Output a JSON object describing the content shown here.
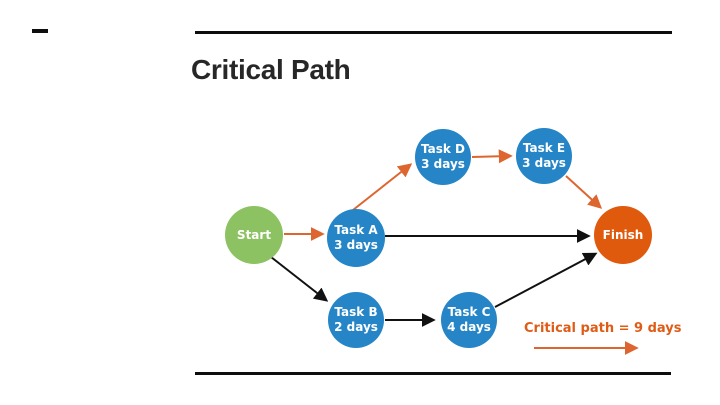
{
  "slide": {
    "title": "Critical Path"
  },
  "diagram": {
    "nodes": [
      {
        "id": "start",
        "label": "Start",
        "sublabel": "",
        "color": "#8dc263"
      },
      {
        "id": "task-a",
        "label": "Task A",
        "sublabel": "3 days",
        "color": "#2585c6"
      },
      {
        "id": "task-b",
        "label": "Task B",
        "sublabel": "2 days",
        "color": "#2585c6"
      },
      {
        "id": "task-c",
        "label": "Task C",
        "sublabel": "4 days",
        "color": "#2585c6"
      },
      {
        "id": "task-d",
        "label": "Task D",
        "sublabel": "3 days",
        "color": "#2585c6"
      },
      {
        "id": "task-e",
        "label": "Task E",
        "sublabel": "3 days",
        "color": "#2585c6"
      },
      {
        "id": "finish",
        "label": "Finish",
        "sublabel": "",
        "color": "#e05a0e"
      }
    ],
    "edges": [
      {
        "from": "start",
        "to": "task-a",
        "critical": true
      },
      {
        "from": "task-a",
        "to": "task-d",
        "critical": true
      },
      {
        "from": "task-d",
        "to": "task-e",
        "critical": true
      },
      {
        "from": "task-e",
        "to": "finish",
        "critical": true
      },
      {
        "from": "task-a",
        "to": "finish",
        "critical": false
      },
      {
        "from": "start",
        "to": "task-b",
        "critical": false
      },
      {
        "from": "task-b",
        "to": "task-c",
        "critical": false
      },
      {
        "from": "task-c",
        "to": "finish",
        "critical": false
      }
    ],
    "legend": {
      "label": "Critical path = 9 days"
    },
    "colors": {
      "critical_arrow": "#dd6630",
      "normal_arrow": "#111111",
      "start_node": "#8dc263",
      "task_node": "#2585c6",
      "finish_node": "#e05a0e",
      "legend_text": "#df5c17"
    }
  }
}
